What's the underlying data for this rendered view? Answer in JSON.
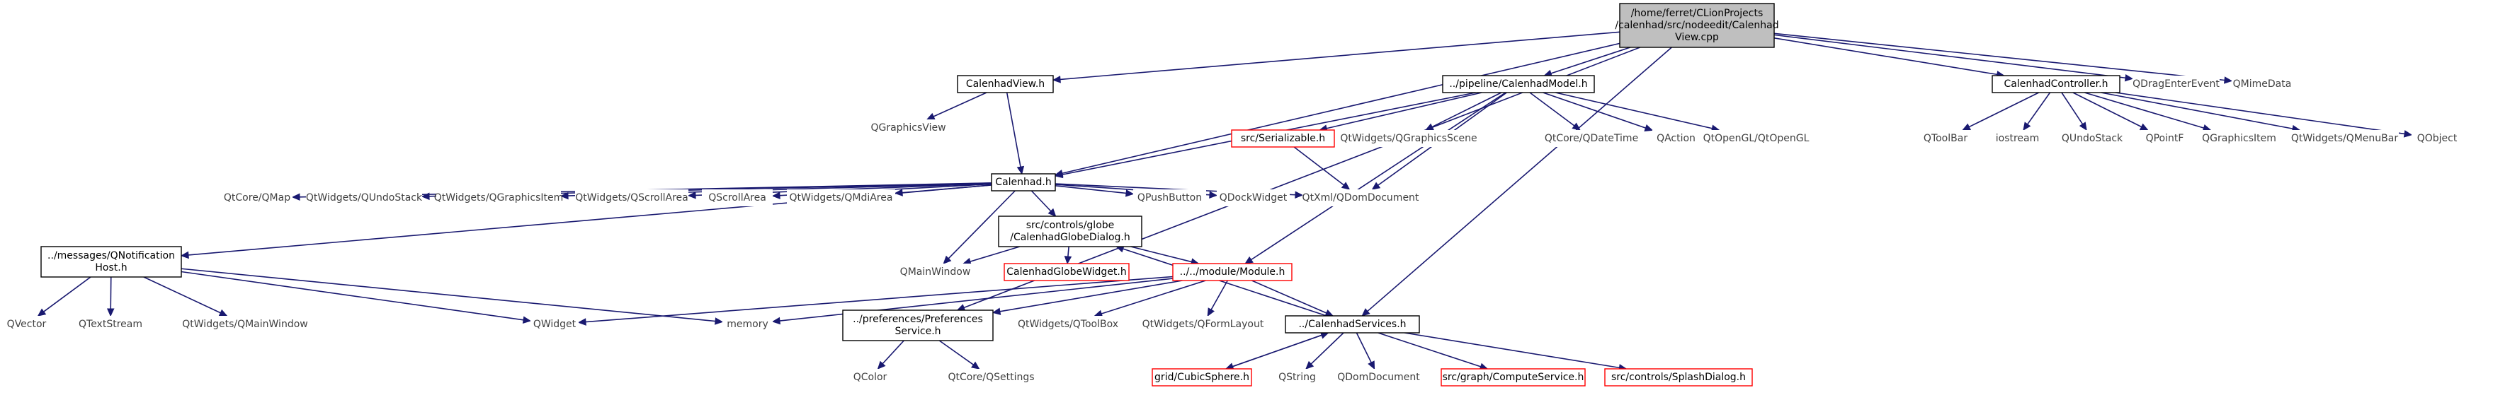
{
  "graph": {
    "title": "Include dependency graph",
    "colors": {
      "edge": "#191970",
      "documented_border": "#000000",
      "missing_border": "#ff0000",
      "root_fill": "#bfbfbf",
      "system_text": "#404040"
    },
    "nodes": [
      {
        "id": "root",
        "kind": "root",
        "lines": [
          "/home/ferret/CLionProjects",
          "/calenhad/src/nodeedit/Calenhad",
          "View.cpp"
        ]
      },
      {
        "id": "calenhadview_h",
        "kind": "doc",
        "lines": [
          "CalenhadView.h"
        ]
      },
      {
        "id": "calenhadmodel_h",
        "kind": "doc",
        "lines": [
          "../pipeline/CalenhadModel.h"
        ]
      },
      {
        "id": "calenhadcontroller_h",
        "kind": "doc",
        "lines": [
          "CalenhadController.h"
        ]
      },
      {
        "id": "qdragenterevent",
        "kind": "sys",
        "lines": [
          "QDragEnterEvent"
        ]
      },
      {
        "id": "qmimedata",
        "kind": "sys",
        "lines": [
          "QMimeData"
        ]
      },
      {
        "id": "qgraphicsview",
        "kind": "sys",
        "lines": [
          "QGraphicsView"
        ]
      },
      {
        "id": "calenhad_h",
        "kind": "doc",
        "lines": [
          "Calenhad.h"
        ]
      },
      {
        "id": "serializable_h",
        "kind": "missing",
        "lines": [
          "src/Serializable.h"
        ]
      },
      {
        "id": "qgraphicsscene",
        "kind": "sys",
        "lines": [
          "QtWidgets/QGraphicsScene"
        ]
      },
      {
        "id": "qdatetime",
        "kind": "sys",
        "lines": [
          "QtCore/QDateTime"
        ]
      },
      {
        "id": "qaction",
        "kind": "sys",
        "lines": [
          "QAction"
        ]
      },
      {
        "id": "qopengl",
        "kind": "sys",
        "lines": [
          "QtOpenGL/QtOpenGL"
        ]
      },
      {
        "id": "qtoolbar",
        "kind": "sys",
        "lines": [
          "QToolBar"
        ]
      },
      {
        "id": "iostream",
        "kind": "sys",
        "lines": [
          "iostream"
        ]
      },
      {
        "id": "qundostack_plain",
        "kind": "sys",
        "lines": [
          "QUndoStack"
        ]
      },
      {
        "id": "qpointf",
        "kind": "sys",
        "lines": [
          "QPointF"
        ]
      },
      {
        "id": "qgraphicsitem_plain",
        "kind": "sys",
        "lines": [
          "QGraphicsItem"
        ]
      },
      {
        "id": "qmenubar",
        "kind": "sys",
        "lines": [
          "QtWidgets/QMenuBar"
        ]
      },
      {
        "id": "qobject",
        "kind": "sys",
        "lines": [
          "QObject"
        ]
      },
      {
        "id": "qmap",
        "kind": "sys",
        "lines": [
          "QtCore/QMap"
        ]
      },
      {
        "id": "qundostack_w",
        "kind": "sys",
        "lines": [
          "QtWidgets/QUndoStack"
        ]
      },
      {
        "id": "qgraphicsitem_w",
        "kind": "sys",
        "lines": [
          "QtWidgets/QGraphicsItem"
        ]
      },
      {
        "id": "qscrollarea_w",
        "kind": "sys",
        "lines": [
          "QtWidgets/QScrollArea"
        ]
      },
      {
        "id": "qscrollarea",
        "kind": "sys",
        "lines": [
          "QScrollArea"
        ]
      },
      {
        "id": "qmdiarea",
        "kind": "sys",
        "lines": [
          "QtWidgets/QMdiArea"
        ]
      },
      {
        "id": "globedialog_h",
        "kind": "doc",
        "lines": [
          "src/controls/globe",
          "/CalenhadGlobeDialog.h"
        ]
      },
      {
        "id": "qpushbutton",
        "kind": "sys",
        "lines": [
          "QPushButton"
        ]
      },
      {
        "id": "qdockwidget",
        "kind": "sys",
        "lines": [
          "QDockWidget"
        ]
      },
      {
        "id": "qdomdocument_xml",
        "kind": "sys",
        "lines": [
          "QtXml/QDomDocument"
        ]
      },
      {
        "id": "qnotificationhost_h",
        "kind": "doc",
        "lines": [
          "../messages/QNotification",
          "Host.h"
        ]
      },
      {
        "id": "qmainwindow",
        "kind": "sys",
        "lines": [
          "QMainWindow"
        ]
      },
      {
        "id": "globewidget_h",
        "kind": "missing",
        "lines": [
          "CalenhadGlobeWidget.h"
        ]
      },
      {
        "id": "module_h",
        "kind": "missing",
        "lines": [
          "../../module/Module.h"
        ]
      },
      {
        "id": "qvector",
        "kind": "sys",
        "lines": [
          "QVector"
        ]
      },
      {
        "id": "qtextstream",
        "kind": "sys",
        "lines": [
          "QTextStream"
        ]
      },
      {
        "id": "qmainwindow_w",
        "kind": "sys",
        "lines": [
          "QtWidgets/QMainWindow"
        ]
      },
      {
        "id": "qwidget",
        "kind": "sys",
        "lines": [
          "QWidget"
        ]
      },
      {
        "id": "memory",
        "kind": "sys",
        "lines": [
          "memory"
        ]
      },
      {
        "id": "prefs_h",
        "kind": "doc",
        "lines": [
          "../preferences/Preferences",
          "Service.h"
        ]
      },
      {
        "id": "qtoolbox",
        "kind": "sys",
        "lines": [
          "QtWidgets/QToolBox"
        ]
      },
      {
        "id": "qformlayout",
        "kind": "sys",
        "lines": [
          "QtWidgets/QFormLayout"
        ]
      },
      {
        "id": "services_h",
        "kind": "doc",
        "lines": [
          "../CalenhadServices.h"
        ]
      },
      {
        "id": "qcolor",
        "kind": "sys",
        "lines": [
          "QColor"
        ]
      },
      {
        "id": "qsettings",
        "kind": "sys",
        "lines": [
          "QtCore/QSettings"
        ]
      },
      {
        "id": "cubicsphere_h",
        "kind": "missing",
        "lines": [
          "grid/CubicSphere.h"
        ]
      },
      {
        "id": "qstring",
        "kind": "sys",
        "lines": [
          "QString"
        ]
      },
      {
        "id": "qdomdocument",
        "kind": "sys",
        "lines": [
          "QDomDocument"
        ]
      },
      {
        "id": "computeservice_h",
        "kind": "missing",
        "lines": [
          "src/graph/ComputeService.h"
        ]
      },
      {
        "id": "splashdialog_h",
        "kind": "missing",
        "lines": [
          "src/controls/SplashDialog.h"
        ]
      }
    ],
    "edges": [
      [
        "root",
        "calenhadview_h"
      ],
      [
        "root",
        "calenhadmodel_h"
      ],
      [
        "root",
        "calenhadcontroller_h"
      ],
      [
        "root",
        "qdragenterevent"
      ],
      [
        "root",
        "qmimedata"
      ],
      [
        "root",
        "calenhad_h"
      ],
      [
        "root",
        "services_h"
      ],
      [
        "root",
        "prefs_h"
      ],
      [
        "calenhadview_h",
        "qgraphicsview"
      ],
      [
        "calenhadview_h",
        "calenhad_h"
      ],
      [
        "calenhadmodel_h",
        "calenhad_h"
      ],
      [
        "calenhadmodel_h",
        "serializable_h"
      ],
      [
        "calenhadmodel_h",
        "qgraphicsscene"
      ],
      [
        "calenhadmodel_h",
        "qdatetime"
      ],
      [
        "calenhadmodel_h",
        "qaction"
      ],
      [
        "calenhadmodel_h",
        "qopengl"
      ],
      [
        "calenhadmodel_h",
        "qdomdocument_xml"
      ],
      [
        "calenhadmodel_h",
        "module_h"
      ],
      [
        "calenhadcontroller_h",
        "qtoolbar"
      ],
      [
        "calenhadcontroller_h",
        "iostream"
      ],
      [
        "calenhadcontroller_h",
        "qundostack_plain"
      ],
      [
        "calenhadcontroller_h",
        "qpointf"
      ],
      [
        "calenhadcontroller_h",
        "qgraphicsitem_plain"
      ],
      [
        "calenhadcontroller_h",
        "qmenubar"
      ],
      [
        "calenhadcontroller_h",
        "qobject"
      ],
      [
        "calenhad_h",
        "qmap"
      ],
      [
        "calenhad_h",
        "qundostack_w"
      ],
      [
        "calenhad_h",
        "qgraphicsitem_w"
      ],
      [
        "calenhad_h",
        "qscrollarea_w"
      ],
      [
        "calenhad_h",
        "qscrollarea"
      ],
      [
        "calenhad_h",
        "qmdiarea"
      ],
      [
        "calenhad_h",
        "globedialog_h"
      ],
      [
        "calenhad_h",
        "qpushbutton"
      ],
      [
        "calenhad_h",
        "qdockwidget"
      ],
      [
        "calenhad_h",
        "qdomdocument_xml"
      ],
      [
        "calenhad_h",
        "qnotificationhost_h"
      ],
      [
        "calenhad_h",
        "qmainwindow"
      ],
      [
        "serializable_h",
        "qdomdocument_xml"
      ],
      [
        "globedialog_h",
        "qmainwindow"
      ],
      [
        "globedialog_h",
        "globewidget_h"
      ],
      [
        "globedialog_h",
        "module_h"
      ],
      [
        "qnotificationhost_h",
        "qvector"
      ],
      [
        "qnotificationhost_h",
        "qtextstream"
      ],
      [
        "qnotificationhost_h",
        "qmainwindow_w"
      ],
      [
        "qnotificationhost_h",
        "qwidget"
      ],
      [
        "qnotificationhost_h",
        "memory"
      ],
      [
        "module_h",
        "qwidget"
      ],
      [
        "module_h",
        "memory"
      ],
      [
        "module_h",
        "prefs_h"
      ],
      [
        "module_h",
        "qtoolbox"
      ],
      [
        "module_h",
        "qformlayout"
      ],
      [
        "module_h",
        "services_h"
      ],
      [
        "prefs_h",
        "qcolor"
      ],
      [
        "prefs_h",
        "qsettings"
      ],
      [
        "services_h",
        "globedialog_h"
      ],
      [
        "services_h",
        "cubicsphere_h"
      ],
      [
        "services_h",
        "qstring"
      ],
      [
        "services_h",
        "qdomdocument"
      ],
      [
        "services_h",
        "computeservice_h"
      ],
      [
        "services_h",
        "splashdialog_h"
      ],
      [
        "cubicsphere_h",
        "services_h"
      ]
    ]
  }
}
